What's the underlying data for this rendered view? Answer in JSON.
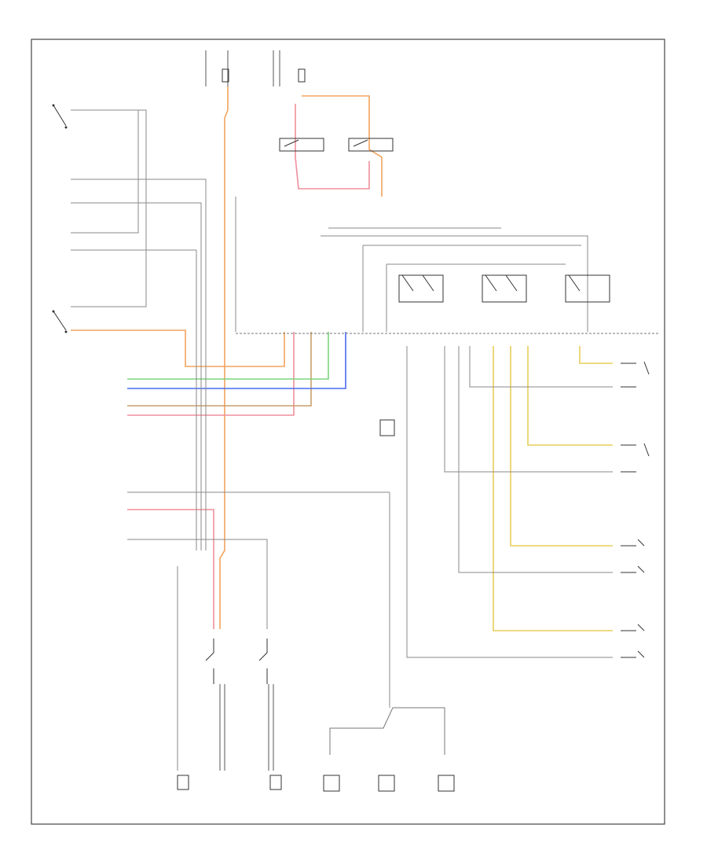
{
  "diagram": {
    "footer_code": "",
    "text_legible": false,
    "notes": [],
    "wire_colors": {
      "orange": "#f2a35e",
      "pink": "#ef8f9a",
      "green": "#7ed37e",
      "blue": "#4b6cf0",
      "gray": "#8a8a8a",
      "tan": "#c9a06a",
      "yellow": "#e7cd5a",
      "black": "#333333"
    },
    "components": [
      {
        "id": "left-front-door-ajar-switch",
        "kind": "switch"
      },
      {
        "id": "left-instrument-panel-junction-block",
        "kind": "module"
      },
      {
        "id": "liftgate-ajar-switch",
        "kind": "switch"
      },
      {
        "id": "body-control-module",
        "kind": "module"
      },
      {
        "id": "liftgate-ajar-switch-lower",
        "kind": "switch"
      },
      {
        "id": "liftgate-lock-actuator",
        "kind": "switch"
      },
      {
        "id": "right-instrument-panel-junction-block",
        "kind": "module"
      },
      {
        "id": "passenger-door-switch",
        "kind": "switch"
      },
      {
        "id": "right-front-door-ajar-switch",
        "kind": "switch"
      },
      {
        "id": "right-front-door-jamb-switch",
        "kind": "switch"
      },
      {
        "id": "left-rear-door-jamb-switch",
        "kind": "switch"
      },
      {
        "id": "right-rear-door-jamb-switch",
        "kind": "switch"
      },
      {
        "id": "rear-door-lock-switch-1",
        "kind": "switch"
      },
      {
        "id": "rear-door-lock-switch-2",
        "kind": "switch"
      },
      {
        "id": "rear-door-lock-switch-3",
        "kind": "switch"
      },
      {
        "id": "ground-left",
        "kind": "ground"
      },
      {
        "id": "ground-right",
        "kind": "ground"
      }
    ]
  }
}
